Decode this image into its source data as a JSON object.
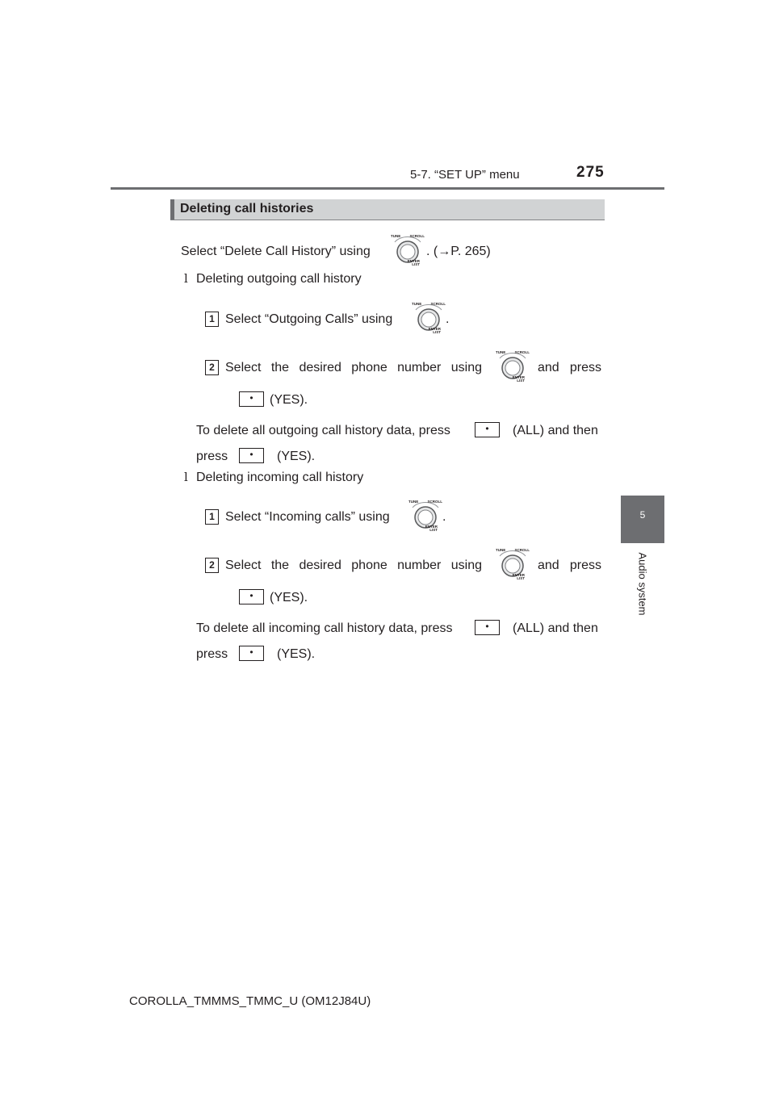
{
  "header": {
    "section": "5-7. “SET UP” menu",
    "page_number": "275"
  },
  "side_tab": {
    "chapter_number": "5",
    "chapter_title": "Audio system"
  },
  "heading": "Deleting call histories",
  "intro": {
    "before": "Select “Delete Call History” using",
    "after": ". (→P. 265)"
  },
  "bullet_glyph": "l",
  "outgoing": {
    "title": "Deleting outgoing call history",
    "step1_badge": "1",
    "step1_before": "Select “Outgoing Calls” using",
    "step1_after": ".",
    "step2_badge": "2",
    "step2_before": "Select the desired phone number using",
    "step2_after": "and press",
    "step2_yes": "(YES).",
    "note_before": "To delete all outgoing call history data, press",
    "note_all": "(ALL) and then",
    "note_press": "press",
    "note_yes": "(YES)."
  },
  "incoming": {
    "title": "Deleting incoming call history",
    "step1_badge": "1",
    "step1_before": "Select “Incoming calls” using",
    "step1_after": ".",
    "step2_badge": "2",
    "step2_before": "Select the desired phone number using",
    "step2_after": "and press",
    "step2_yes": "(YES).",
    "note_before": "To delete all incoming call history data, press",
    "note_all": "(ALL) and then",
    "note_press": "press",
    "note_yes": "(YES)."
  },
  "knob_labels": {
    "left": "TUNE",
    "right": "SCROLL",
    "bottom1": "ENTER",
    "bottom2": "LIST"
  },
  "button_glyph": "•",
  "footer": "COROLLA_TMMMS_TMMC_U (OM12J84U)"
}
